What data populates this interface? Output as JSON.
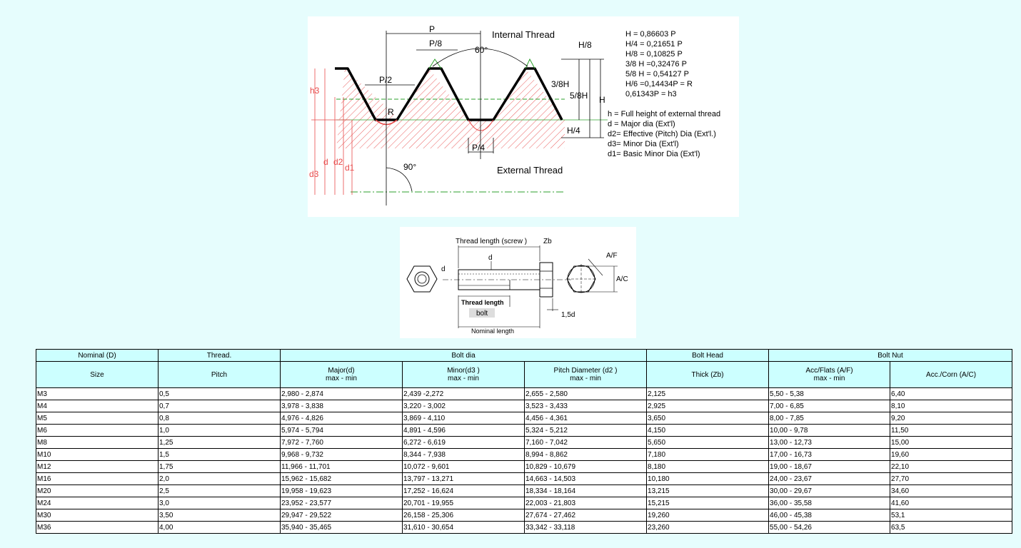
{
  "thread_diagram": {
    "internal_label": "Internal Thread",
    "external_label": "External Thread",
    "angle_60": "60°",
    "angle_90": "90°",
    "dims": {
      "P": "P",
      "P8": "P/8",
      "P2": "P/2",
      "P4": "P/4",
      "R": "R",
      "H8": "H/8",
      "H38": "3/8H",
      "H58": "5/8H",
      "H": "H",
      "H4": "H/4",
      "h3": "h3",
      "d": "d",
      "d2": "d2",
      "d1": "d1",
      "d3": "d3"
    },
    "formulas": [
      "H = 0,86603 P",
      "H/4 = 0,21651 P",
      "H/8 = 0,10825 P",
      "3/8 H =0,32476 P",
      "5/8 H = 0,54127 P",
      "H/6 =0,14434P = R",
      "0,61343P = h3"
    ],
    "legend": [
      "h = Full height of external thread",
      "d  = Major dia (Ext'l)",
      "d2= Effective (Pitch) Dia (Ext'l.)",
      "d3= Minor Dia (Ext'l)",
      "d1= Basic Minor Dia (Ext'l)"
    ]
  },
  "bolt_diagram": {
    "thread_length_screw": "Thread length (screw )",
    "zb": "Zb",
    "d_top": "d",
    "d_left": "d",
    "af": "A/F",
    "ac": "A/C",
    "thread_length": "Thread length",
    "bolt": "bolt",
    "nominal_length": "Nominal length",
    "head_dim": "1,5d"
  },
  "table": {
    "group_headers": [
      "Nominal (D)",
      "Thread.",
      "Bolt dia",
      "Bolt Head",
      "Bolt Nut"
    ],
    "headers": [
      {
        "main": "Size",
        "sub": ""
      },
      {
        "main": "Pitch",
        "sub": ""
      },
      {
        "main": "Major(d)",
        "sub": "max - min"
      },
      {
        "main": "Minor(d3 )",
        "sub": "max - min"
      },
      {
        "main": "Pitch Diameter (d2 )",
        "sub": "max - min"
      },
      {
        "main": "Thick (Zb)",
        "sub": ""
      },
      {
        "main": "Acc/Flats (A/F)",
        "sub": "max - min"
      },
      {
        "main": "Acc./Corn (A/C)",
        "sub": ""
      }
    ],
    "rows": [
      [
        "M3",
        "0,5",
        "2,980 - 2,874",
        "2,439 -2,272",
        "2,655 - 2,580",
        "2,125",
        "5,50 - 5,38",
        "6,40"
      ],
      [
        "M4",
        "0,7",
        "3,978 - 3,838",
        "3,220 - 3,002",
        "3,523 - 3,433",
        "2,925",
        "7,00 - 6,85",
        "8,10"
      ],
      [
        "M5",
        "0,8",
        "4,976 - 4,826",
        "3,869 - 4,110",
        "4,456 - 4,361",
        "3,650",
        "8,00 - 7,85",
        "9,20"
      ],
      [
        "M6",
        "1,0",
        "5,974 - 5,794",
        "4,891 - 4,596",
        "5,324 - 5,212",
        "4,150",
        "10,00 - 9,78",
        "11,50"
      ],
      [
        "M8",
        "1,25",
        "7,972 - 7,760",
        "6,272 - 6,619",
        "7,160 - 7,042",
        "5,650",
        "13,00 - 12,73",
        "15,00"
      ],
      [
        "M10",
        "1,5",
        "9,968 - 9,732",
        "8,344 - 7,938",
        "8,994 - 8,862",
        "7,180",
        "17,00 - 16,73",
        "19,60"
      ],
      [
        "M12",
        "1,75",
        "11,966 - 11,701",
        "10,072 - 9,601",
        "10,829 - 10,679",
        "8,180",
        "19,00 - 18,67",
        "22,10"
      ],
      [
        "M16",
        "2,0",
        "15,962 - 15,682",
        "13,797 - 13,271",
        "14,663 - 14,503",
        "10,180",
        "24,00 - 23,67",
        "27,70"
      ],
      [
        "M20",
        "2,5",
        "19,958 - 19,623",
        "17,252 - 16,624",
        "18,334 - 18,164",
        "13,215",
        "30,00 - 29,67",
        "34,60"
      ],
      [
        "M24",
        "3,0",
        "23,952 - 23,577",
        "20,701 - 19,955",
        "22,003 - 21,803",
        "15,215",
        "36,00 - 35,58",
        "41,60"
      ],
      [
        "M30",
        "3,50",
        "29,947 - 29,522",
        "26,158 - 25,306",
        "27,674 - 27,462",
        "19,260",
        "46,00 - 45,38",
        "53,1"
      ],
      [
        "M36",
        "4,00",
        "35,940 - 35,465",
        "31,610 - 30,654",
        "33,342 - 33,118",
        "23,260",
        "55,00 - 54,26",
        "63,5"
      ]
    ]
  }
}
